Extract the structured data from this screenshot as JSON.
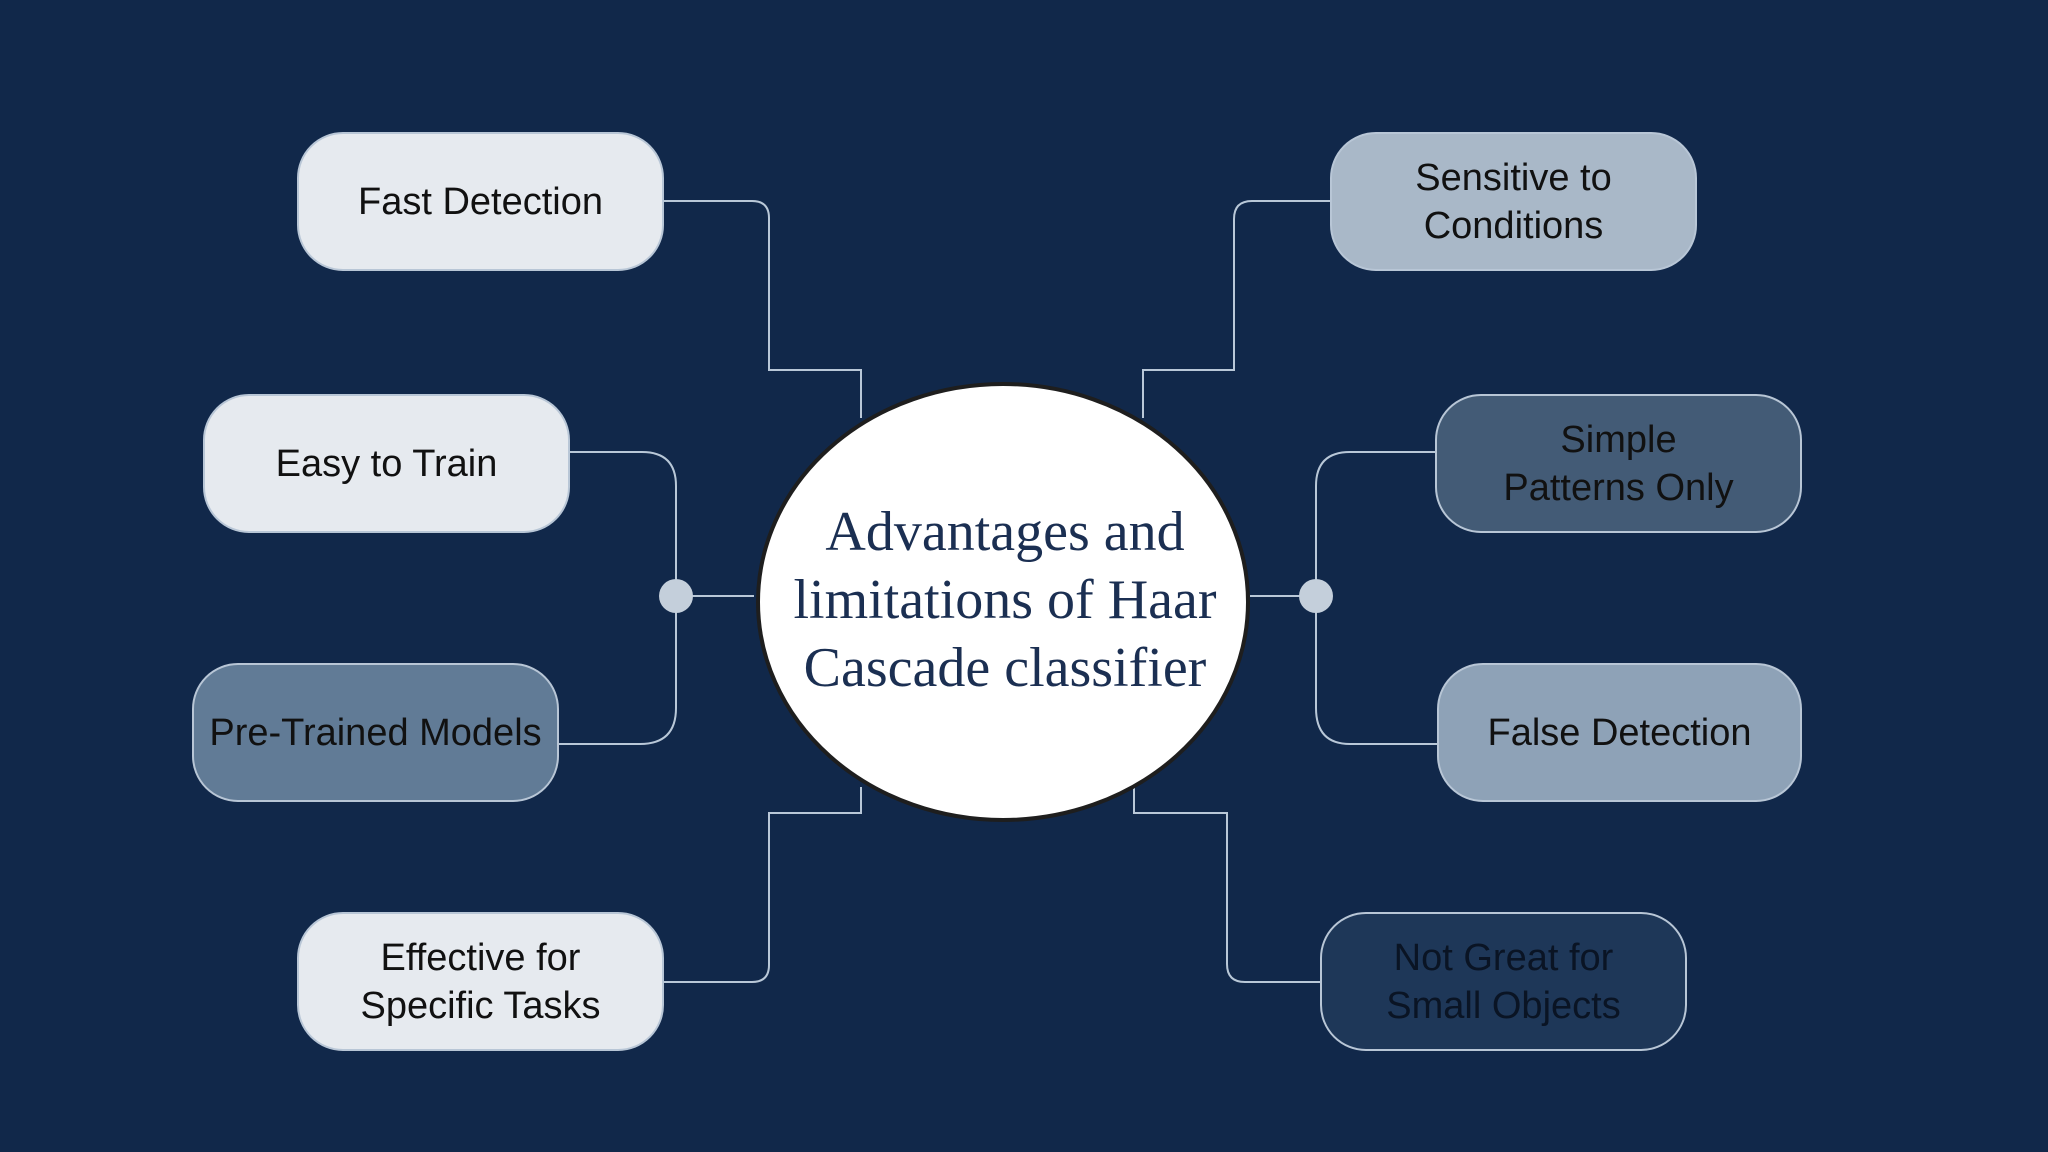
{
  "diagram": {
    "title": "Advantages and limitations of Haar Cascade classifier",
    "colors": {
      "background": "#11284a",
      "connector": "#b9c8d8",
      "center_fill": "#ffffff",
      "center_text": "#1b2f52"
    },
    "nodes": [
      {
        "id": "fast-detection",
        "label": "Fast Detection",
        "fill": "#e6eaef"
      },
      {
        "id": "easy-to-train",
        "label": "Easy to Train",
        "fill": "#e6eaef"
      },
      {
        "id": "pre-trained-models",
        "label": "Pre-Trained Models",
        "fill": "#617b96"
      },
      {
        "id": "effective-specific-tasks",
        "label": "Effective for Specific Tasks",
        "fill": "#e6eaef"
      },
      {
        "id": "sensitive-conditions",
        "label": "Sensitive to Conditions",
        "fill": "#a9b8c8"
      },
      {
        "id": "simple-patterns",
        "label": "Simple Patterns Only",
        "fill": "#435b76"
      },
      {
        "id": "false-detection",
        "label": "False Detection",
        "fill": "#8ea2b7"
      },
      {
        "id": "small-objects",
        "label": "Not Great for Small Objects",
        "fill": "#1e3758"
      }
    ]
  }
}
